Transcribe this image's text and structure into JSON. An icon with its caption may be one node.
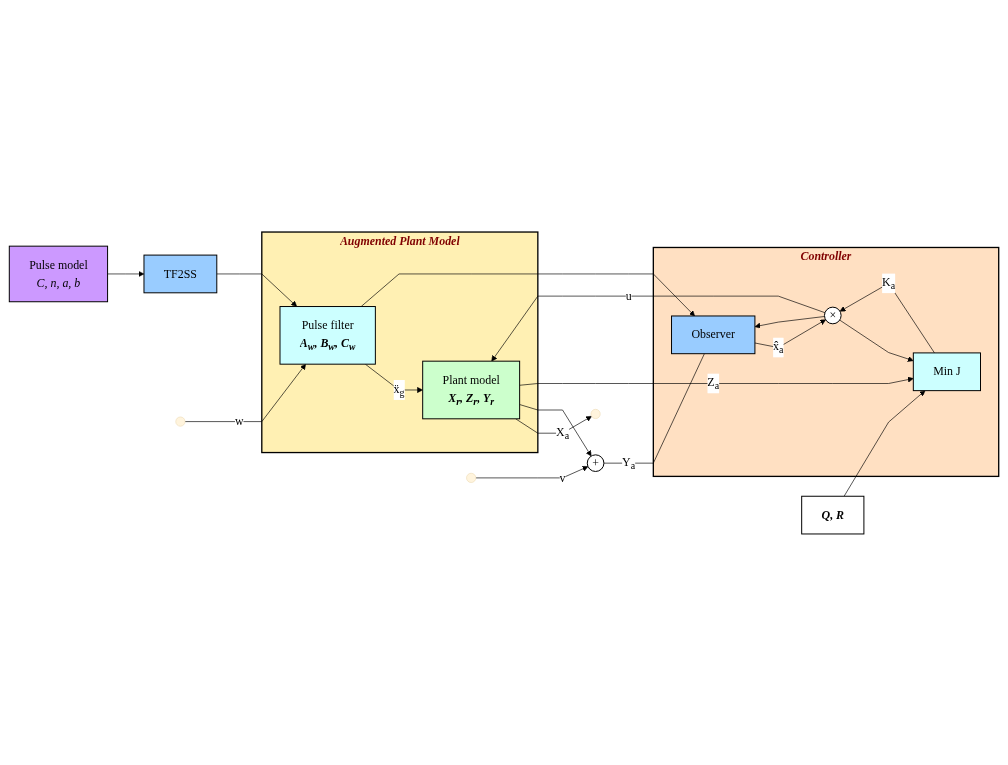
{
  "diagram": {
    "nodes": [
      {
        "text": [
          "Pulse model",
          "C, n, a, b"
        ]
      },
      {
        "text": [
          "TF2SS"
        ]
      },
      {
        "text": [
          "Augmented Plant Model"
        ]
      },
      {
        "text": [
          "Pulse filter",
          "A$_{w}$, B$_{w}$, C$_{w}$"
        ],
        "in": 2
      },
      {
        "text": [
          "Plant model",
          "X$_{r}$, Z$_{r}$, Y$_{r}$"
        ],
        "in": 2
      },
      {
        "text": [
          "+"
        ]
      },
      {
        "text": [
          "Controller"
        ]
      },
      {
        "text": [
          "Q, R"
        ]
      },
      {
        "text": [
          "Min J"
        ],
        "in": 6
      },
      {
        "text": [
          "×"
        ],
        "in": 6
      },
      {
        "text": [
          "Observer"
        ],
        "in": 6
      }
    ],
    "edges": [
      {
        "from": 0,
        "to": 1,
        "arrow": "to"
      },
      {
        "from": 1,
        "to": 3,
        "arrow": "to"
      },
      {
        "from": null,
        "to": 3,
        "arrow": "to",
        "label": "w"
      },
      {
        "from": 3,
        "to": 4,
        "arrow": "to",
        "label": "ẍ$_{g}$"
      },
      {
        "from": 3,
        "to": 10,
        "arrow": "to"
      },
      {
        "from": 9,
        "to": 4,
        "arrow": "to",
        "label": "u"
      },
      {
        "from": 9,
        "to": 8,
        "arrow": "to"
      },
      {
        "from": 9,
        "to": 10,
        "arrow": "to"
      },
      {
        "from": 4,
        "to": null,
        "arrow": "to",
        "label": "X$_{a}$"
      },
      {
        "from": 4,
        "to": 5,
        "arrow": "to"
      },
      {
        "from": 4,
        "to": 8,
        "arrow": "to",
        "label": "Z$_{a}$"
      },
      {
        "from": null,
        "to": 5,
        "arrow": "to",
        "label": "v"
      },
      {
        "from": 5,
        "to": 10,
        "arrow": "none",
        "label": "Y$_{a}$"
      },
      {
        "from": 7,
        "to": 8,
        "arrow": "to"
      },
      {
        "from": 8,
        "to": 9,
        "arrow": "to",
        "label": "K$_{a}$"
      },
      {
        "from": 10,
        "to": 9,
        "arrow": "to",
        "label": "x̂$_{a}$"
      }
    ]
  }
}
